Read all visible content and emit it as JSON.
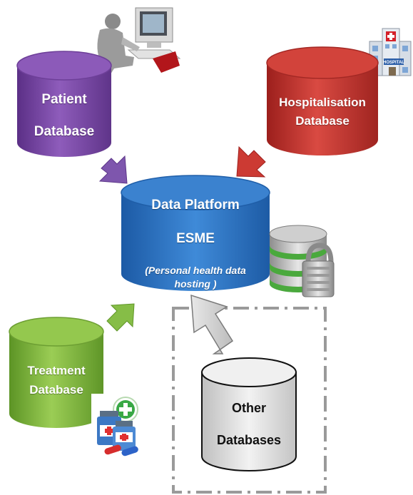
{
  "diagram": {
    "platform": {
      "title": "Data Platform",
      "name": "ESME",
      "note_line1": "(Personal health data",
      "note_line2": "hosting )",
      "color": "#2f74c4"
    },
    "sources": [
      {
        "id": "patient",
        "line1": "Patient",
        "line2": "Database",
        "color": "#7b4aa6"
      },
      {
        "id": "hospitalisation",
        "line1": "Hospitalisation",
        "line2": "Database",
        "color": "#c0312c"
      },
      {
        "id": "treatment",
        "line1": "Treatment",
        "line2": "Database",
        "color": "#7cb33c"
      },
      {
        "id": "other",
        "line1": "Other",
        "line2": "Databases",
        "color": "#d6d6d6"
      }
    ],
    "icons": {
      "patient": "computer-user-icon",
      "hospitalisation": "hospital-building-icon",
      "treatment": "medicine-bottles-icon",
      "platform": "secure-database-lock-icon"
    },
    "hospital_sign": "HOSPITAL"
  }
}
